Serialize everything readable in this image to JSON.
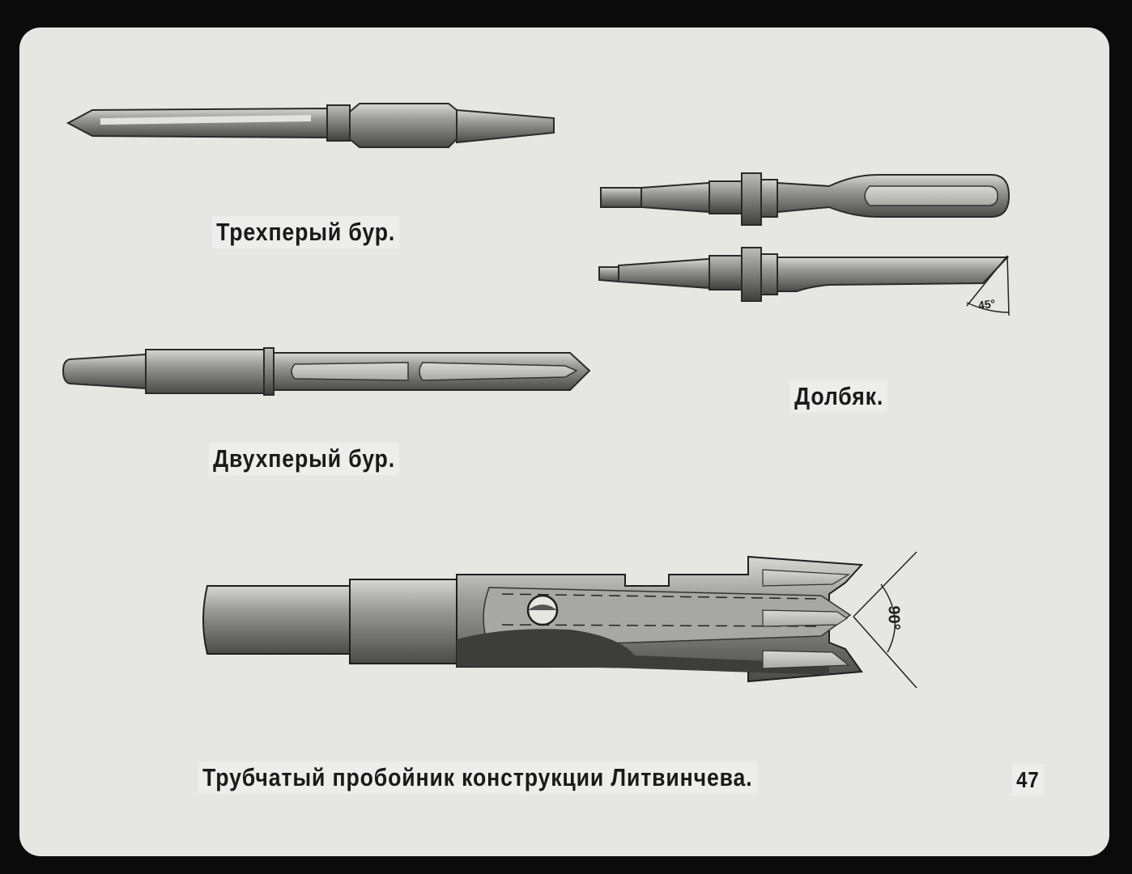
{
  "captions": {
    "three_blade_drill": "Трехперый бур.",
    "chisel": "Долбяк.",
    "two_blade_drill": "Двухперый бур.",
    "tubular_punch": "Трубчатый пробойник конструкции Литвинчева."
  },
  "page_number": "47",
  "angles": {
    "chisel_angle": "45°",
    "punch_angle": "90°"
  },
  "colors": {
    "background": "#0b0b0b",
    "slide": "#e6e6e3",
    "metal": "#8a8a88",
    "ink": "#1a1a1a"
  }
}
